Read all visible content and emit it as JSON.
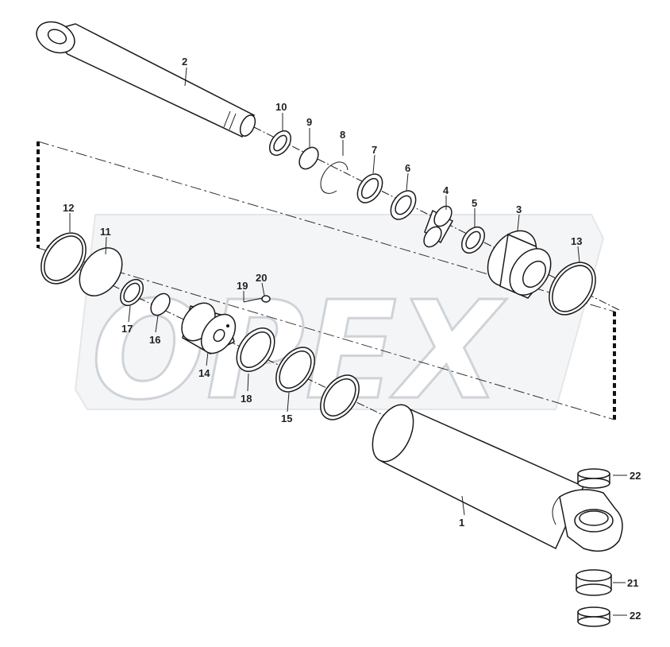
{
  "watermark": {
    "text": "OPEX"
  },
  "parts": [
    {
      "id": "1",
      "name": "cylinder-barrel"
    },
    {
      "id": "2",
      "name": "piston-rod"
    },
    {
      "id": "3",
      "name": "cylinder-head"
    },
    {
      "id": "4",
      "name": "bushing"
    },
    {
      "id": "5",
      "name": "ring"
    },
    {
      "id": "6",
      "name": "rod-seal"
    },
    {
      "id": "7",
      "name": "buffer-seal"
    },
    {
      "id": "8",
      "name": "snap-ring"
    },
    {
      "id": "9",
      "name": "backup-ring"
    },
    {
      "id": "10",
      "name": "dust-wiper"
    },
    {
      "id": "11",
      "name": "o-ring"
    },
    {
      "id": "12",
      "name": "backup-ring"
    },
    {
      "id": "13",
      "name": "o-ring"
    },
    {
      "id": "14",
      "name": "piston"
    },
    {
      "id": "15",
      "name": "wear-ring"
    },
    {
      "id": "16",
      "name": "o-ring"
    },
    {
      "id": "17",
      "name": "backup-ring"
    },
    {
      "id": "18",
      "name": "piston-seal"
    },
    {
      "id": "19",
      "name": "set-screw"
    },
    {
      "id": "20",
      "name": "ball"
    },
    {
      "id": "21",
      "name": "spherical-bearing"
    },
    {
      "id": "22",
      "name": "dust-seal"
    }
  ],
  "labels": {
    "l1": "1",
    "l2": "2",
    "l3": "3",
    "l4": "4",
    "l5": "5",
    "l6": "6",
    "l7": "7",
    "l8": "8",
    "l9": "9",
    "l10": "10",
    "l11": "11",
    "l12": "12",
    "l13": "13",
    "l14": "14",
    "l15": "15",
    "l16": "16",
    "l17": "17",
    "l18": "18",
    "l19": "19",
    "l20": "20",
    "l21": "21",
    "l22a": "22",
    "l22b": "22"
  }
}
